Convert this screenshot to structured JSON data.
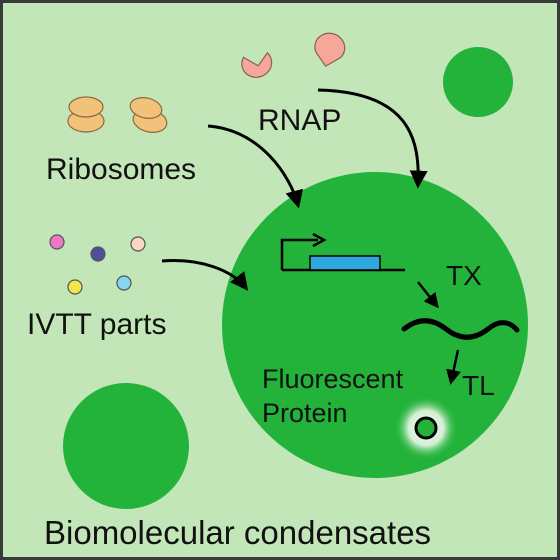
{
  "labels": {
    "rnap": "RNAP",
    "ribosomes": "Ribosomes",
    "ivtt": "IVTT parts",
    "tx": "TX",
    "tl": "TL",
    "fluorescent_line1": "Fluorescent",
    "fluorescent_line2": "Protein",
    "title": "Biomolecular condensates"
  },
  "colors": {
    "background": "#c2e6b8",
    "border": "#3a3a3a",
    "condensate": "#23b33a",
    "ribosome": "#f3c27a",
    "rnap": "#f5a89a",
    "gene": "#2fa8e0",
    "ivtt_parts": [
      "#ee77c4",
      "#4f4f9c",
      "#f8d7c7",
      "#f0e84a",
      "#87d6ef"
    ]
  }
}
